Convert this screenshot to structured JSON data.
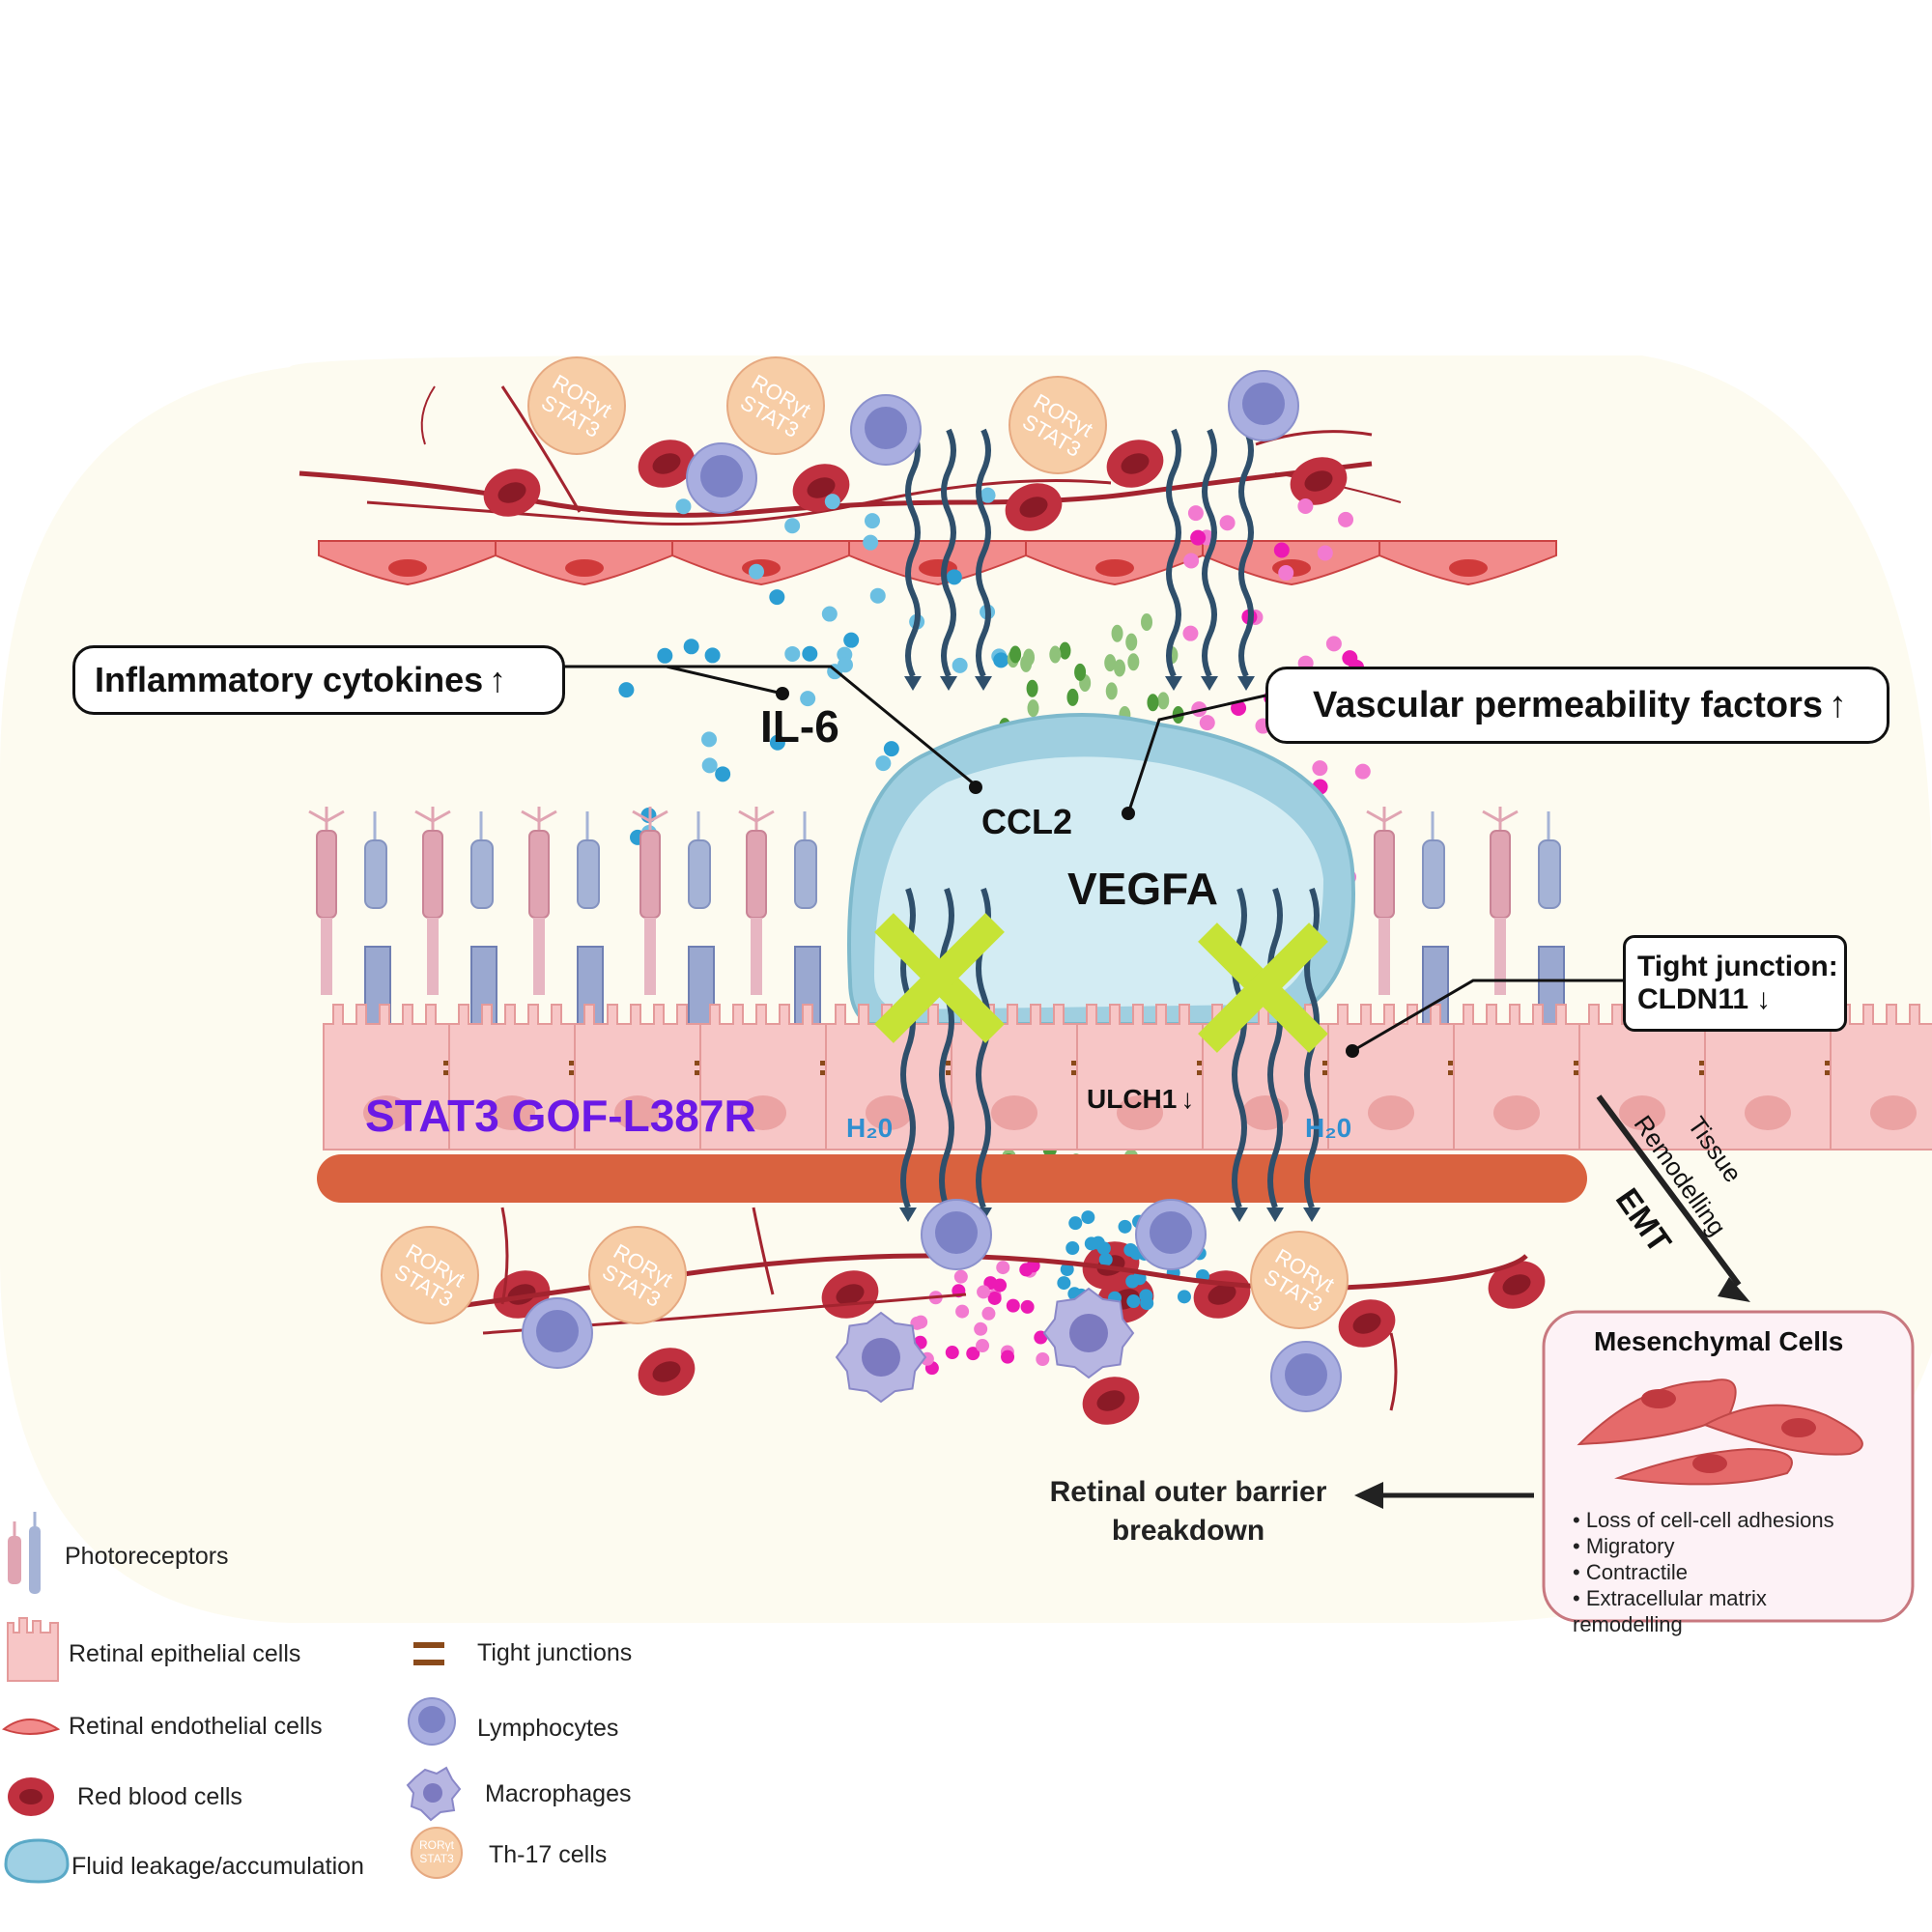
{
  "callouts": {
    "inflammatory": "Inflammatory cytokines",
    "vascular": "Vascular permeability factors",
    "tight_junction_line1": "Tight junction:",
    "tight_junction_line2": "CLDN11",
    "up_arrow": "↑",
    "down_arrow": "↓"
  },
  "molecules": {
    "il6": "IL-6",
    "ccl2": "CCL2",
    "vegfa": "VEGFA",
    "ulch1": "ULCH1"
  },
  "mutation": "STAT3 GOF-L387R",
  "water_left": "H₂0",
  "water_right": "H₂0",
  "th17_badge": {
    "line1": "RORγt",
    "line2": "STAT3"
  },
  "process": {
    "emt": "EMT",
    "tissue": "Tissue",
    "remodelling": "Remodelling"
  },
  "mesenchymal": {
    "title": "Mesenchymal Cells",
    "bullets": [
      "• Loss of cell-cell adhesions",
      "• Migratory",
      "• Contractile",
      "• Extracellular matrix",
      "remodelling"
    ]
  },
  "outcome": {
    "line1": "Retinal outer barrier",
    "line2": "breakdown"
  },
  "legend": {
    "photoreceptors": "Photoreceptors",
    "epithelial": "Retinal epithelial cells",
    "endothelial": "Retinal endothelial cells",
    "rbc": "Red blood cells",
    "fluid": "Fluid leakage/accumulation",
    "tight_junctions": "Tight junctions",
    "lymphocytes": "Lymphocytes",
    "macrophages": "Macrophages",
    "th17": "Th-17 cells"
  },
  "colors": {
    "background_blob": "#fdfbf0",
    "endothelial": "#f28b8b",
    "rbc": "#c0303f",
    "epithelial": "#f7c6c6",
    "membrane": "#d9623f",
    "fluid": "#b9e1ec",
    "mutation_text": "#6b19e6",
    "il6_dots": "#2c9ed3",
    "vegfa_dots": "#ec1ab4",
    "ulch1_dots": "#4d9a3a",
    "cross": "#c6e336",
    "lymphocyte": "#a9aee0",
    "th17": "#f7cda6"
  }
}
